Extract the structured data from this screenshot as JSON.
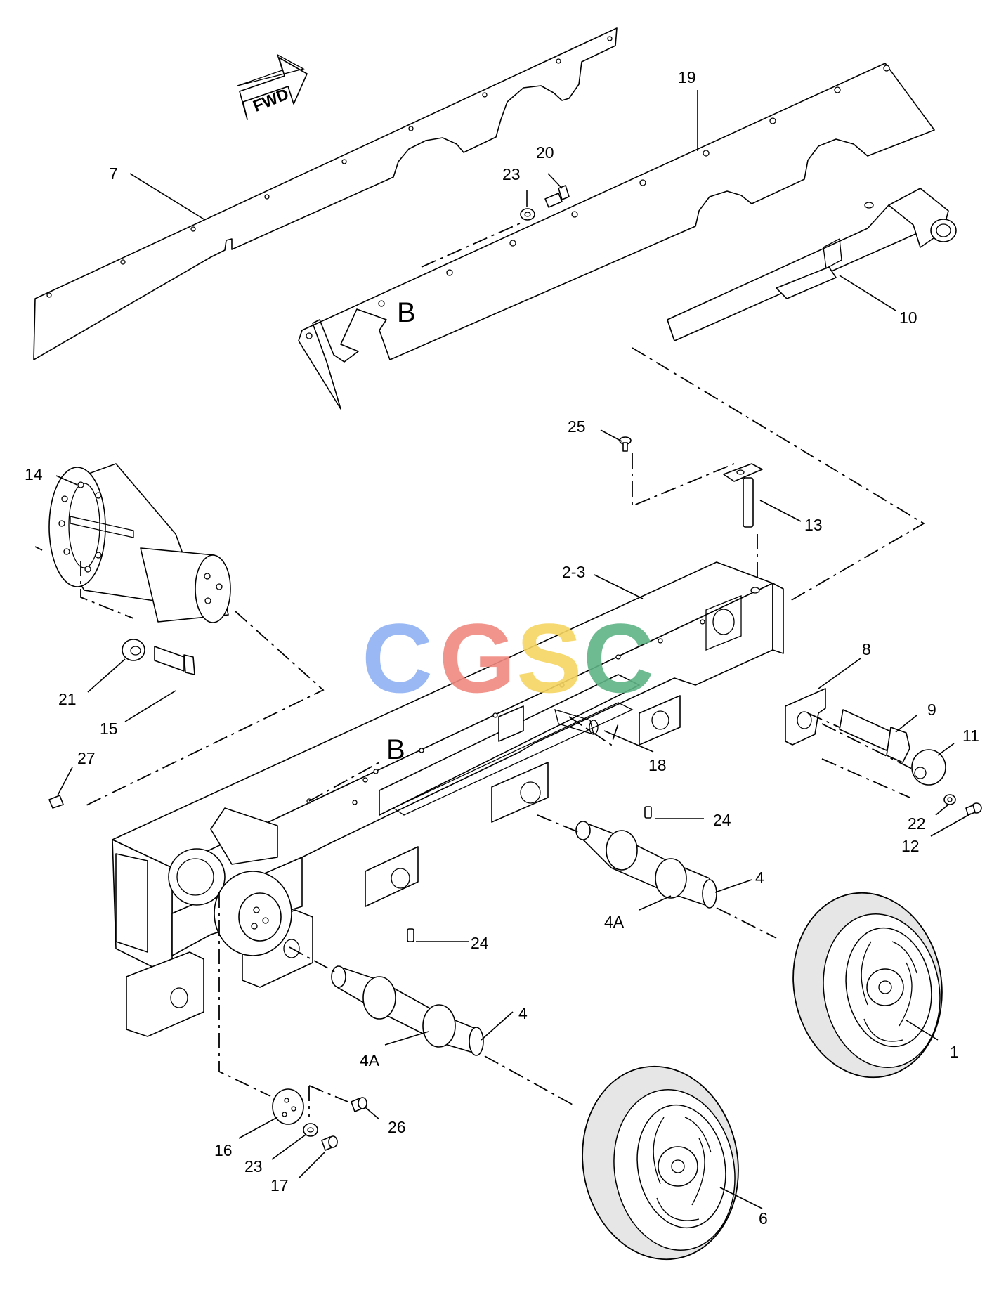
{
  "arrow_label": "FWD",
  "detail_label": "B",
  "watermark": {
    "letters": [
      "C",
      "G",
      "S",
      "C"
    ],
    "colors": [
      "#8fb1f3",
      "#f08a80",
      "#f6d561",
      "#5fb386"
    ]
  },
  "callouts": {
    "c1": "1",
    "c2_3": "2-3",
    "c4a": "4",
    "c4b": "4",
    "c4A_a": "4A",
    "c4A_b": "4A",
    "c6": "6",
    "c7": "7",
    "c8": "8",
    "c9": "9",
    "c10": "10",
    "c11": "11",
    "c12": "12",
    "c13": "13",
    "c14": "14",
    "c15": "15",
    "c16": "16",
    "c17": "17",
    "c18": "18",
    "c19": "19",
    "c20": "20",
    "c21": "21",
    "c22": "22",
    "c23a": "23",
    "c23b": "23",
    "c24a": "24",
    "c24b": "24",
    "c25": "25",
    "c26": "26",
    "c27": "27"
  }
}
